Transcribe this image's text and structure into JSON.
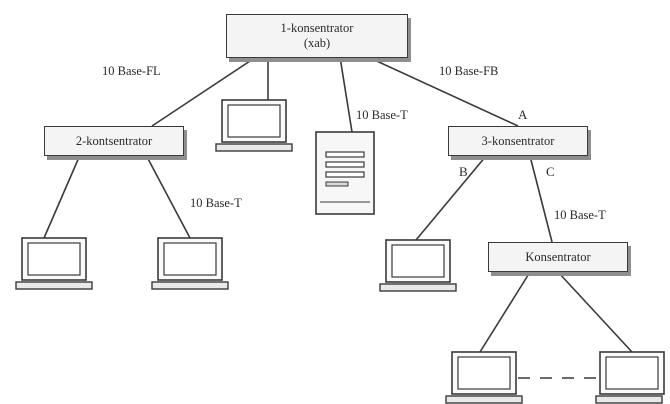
{
  "hub_main": {
    "line1": "1-konsentrator",
    "line2": "(xab)"
  },
  "hub_2": {
    "label": "2-kontsentrator"
  },
  "hub_3": {
    "label": "3-konsentrator"
  },
  "hub_4": {
    "label": "Konsentrator"
  },
  "links": {
    "fl": "10 Base-FL",
    "fb": "10 Base-FB",
    "t_server": "10 Base-T",
    "t_left": "10 Base-T",
    "t_right": "10 Base-T"
  },
  "ports": {
    "a": "A",
    "b": "B",
    "c": "C"
  },
  "icons": {
    "computer": "computer-icon",
    "server": "server-icon"
  }
}
